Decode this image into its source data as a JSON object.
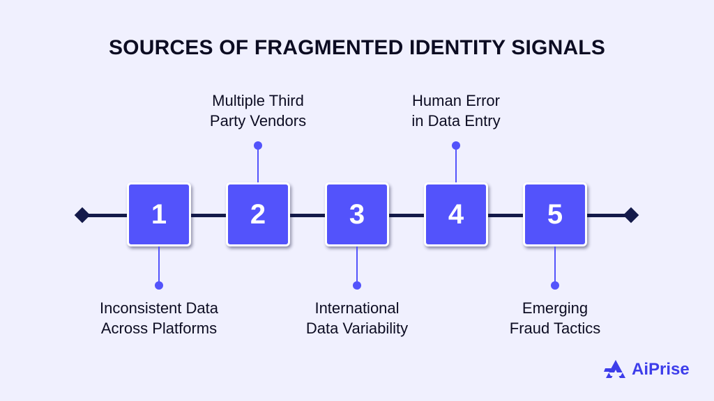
{
  "title": "SOURCES OF FRAGMENTED IDENTITY SIGNALS",
  "steps": [
    {
      "number": "1",
      "label_line1": "Inconsistent Data",
      "label_line2": "Across Platforms",
      "position": "below"
    },
    {
      "number": "2",
      "label_line1": "Multiple Third",
      "label_line2": "Party Vendors",
      "position": "above"
    },
    {
      "number": "3",
      "label_line1": "International",
      "label_line2": "Data Variability",
      "position": "below"
    },
    {
      "number": "4",
      "label_line1": "Human Error",
      "label_line2": "in Data Entry",
      "position": "above"
    },
    {
      "number": "5",
      "label_line1": "Emerging",
      "label_line2": "Fraud Tactics",
      "position": "below"
    }
  ],
  "brand": {
    "name": "AiPrise",
    "icon": "aiprise-logo-icon"
  },
  "colors": {
    "background": "#f0f0fe",
    "accent": "#5353fb",
    "line": "#141a4a",
    "text": "#0c0c22"
  }
}
